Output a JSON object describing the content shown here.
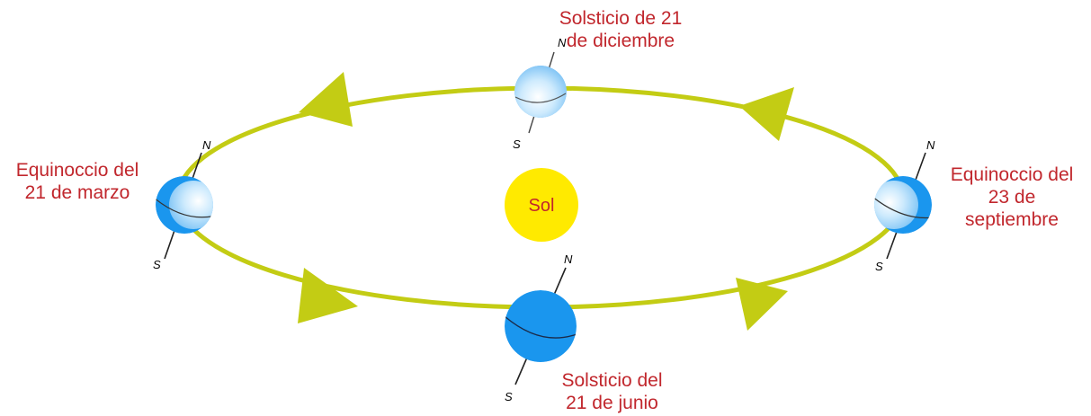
{
  "colors": {
    "orbit": "#c3cc14",
    "arrow": "#c3cc14",
    "sun": "#ffea00",
    "sun_text": "#c1272d",
    "earth_dark": "#1a96ee",
    "earth_light": "#bfe4fb",
    "label": "#c1272d"
  },
  "sun": {
    "label": "Sol"
  },
  "positions": [
    {
      "id": "winter-solstice",
      "lines": [
        "Solsticio de 21",
        "de diciembre"
      ],
      "north": "N",
      "south": "S"
    },
    {
      "id": "march-equinox",
      "lines": [
        "Equinoccio del",
        "21 de marzo"
      ],
      "north": "N",
      "south": "S"
    },
    {
      "id": "september-equinox",
      "lines": [
        "Equinoccio del",
        "23 de",
        "septiembre"
      ],
      "north": "N",
      "south": "S"
    },
    {
      "id": "summer-solstice",
      "lines": [
        "Solsticio del",
        "21 de junio"
      ],
      "north": "N",
      "south": "S"
    }
  ]
}
